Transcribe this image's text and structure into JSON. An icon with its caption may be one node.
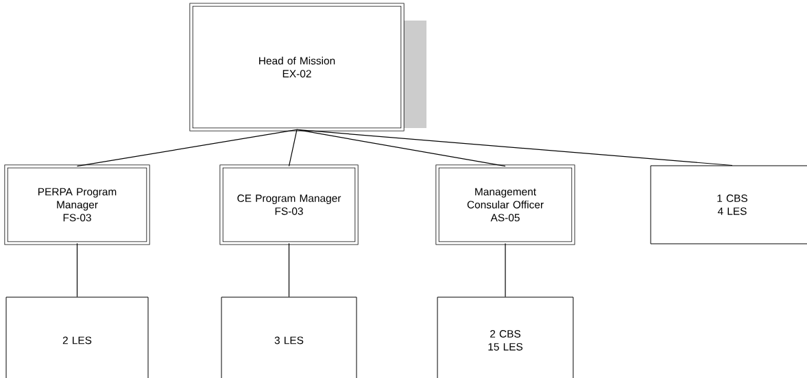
{
  "diagram": {
    "nodes": [
      {
        "text": [
          "Head of Mission",
          "EX-02"
        ]
      },
      {
        "text": [
          "PERPA Program Manager",
          "FS-03"
        ]
      },
      {
        "text": [
          "CE Program Manager",
          "FS-03"
        ]
      },
      {
        "text": [
          "Management Consular Officer",
          "AS-05"
        ]
      },
      {
        "text": [
          "1 CBS",
          "4 LES"
        ]
      },
      {
        "text": [
          "2 LES"
        ]
      },
      {
        "text": [
          "3 LES"
        ]
      },
      {
        "text": [
          "2 CBS",
          "15 LES"
        ]
      }
    ],
    "edges": [
      {
        "from": 0,
        "to": 1,
        "arrow": "none"
      },
      {
        "from": 0,
        "to": 2,
        "arrow": "none"
      },
      {
        "from": 0,
        "to": 3,
        "arrow": "none"
      },
      {
        "from": 0,
        "to": 4,
        "arrow": "none"
      },
      {
        "from": 1,
        "to": 5,
        "arrow": "none"
      },
      {
        "from": 2,
        "to": 6,
        "arrow": "none"
      },
      {
        "from": 3,
        "to": 7,
        "arrow": "none"
      }
    ]
  }
}
